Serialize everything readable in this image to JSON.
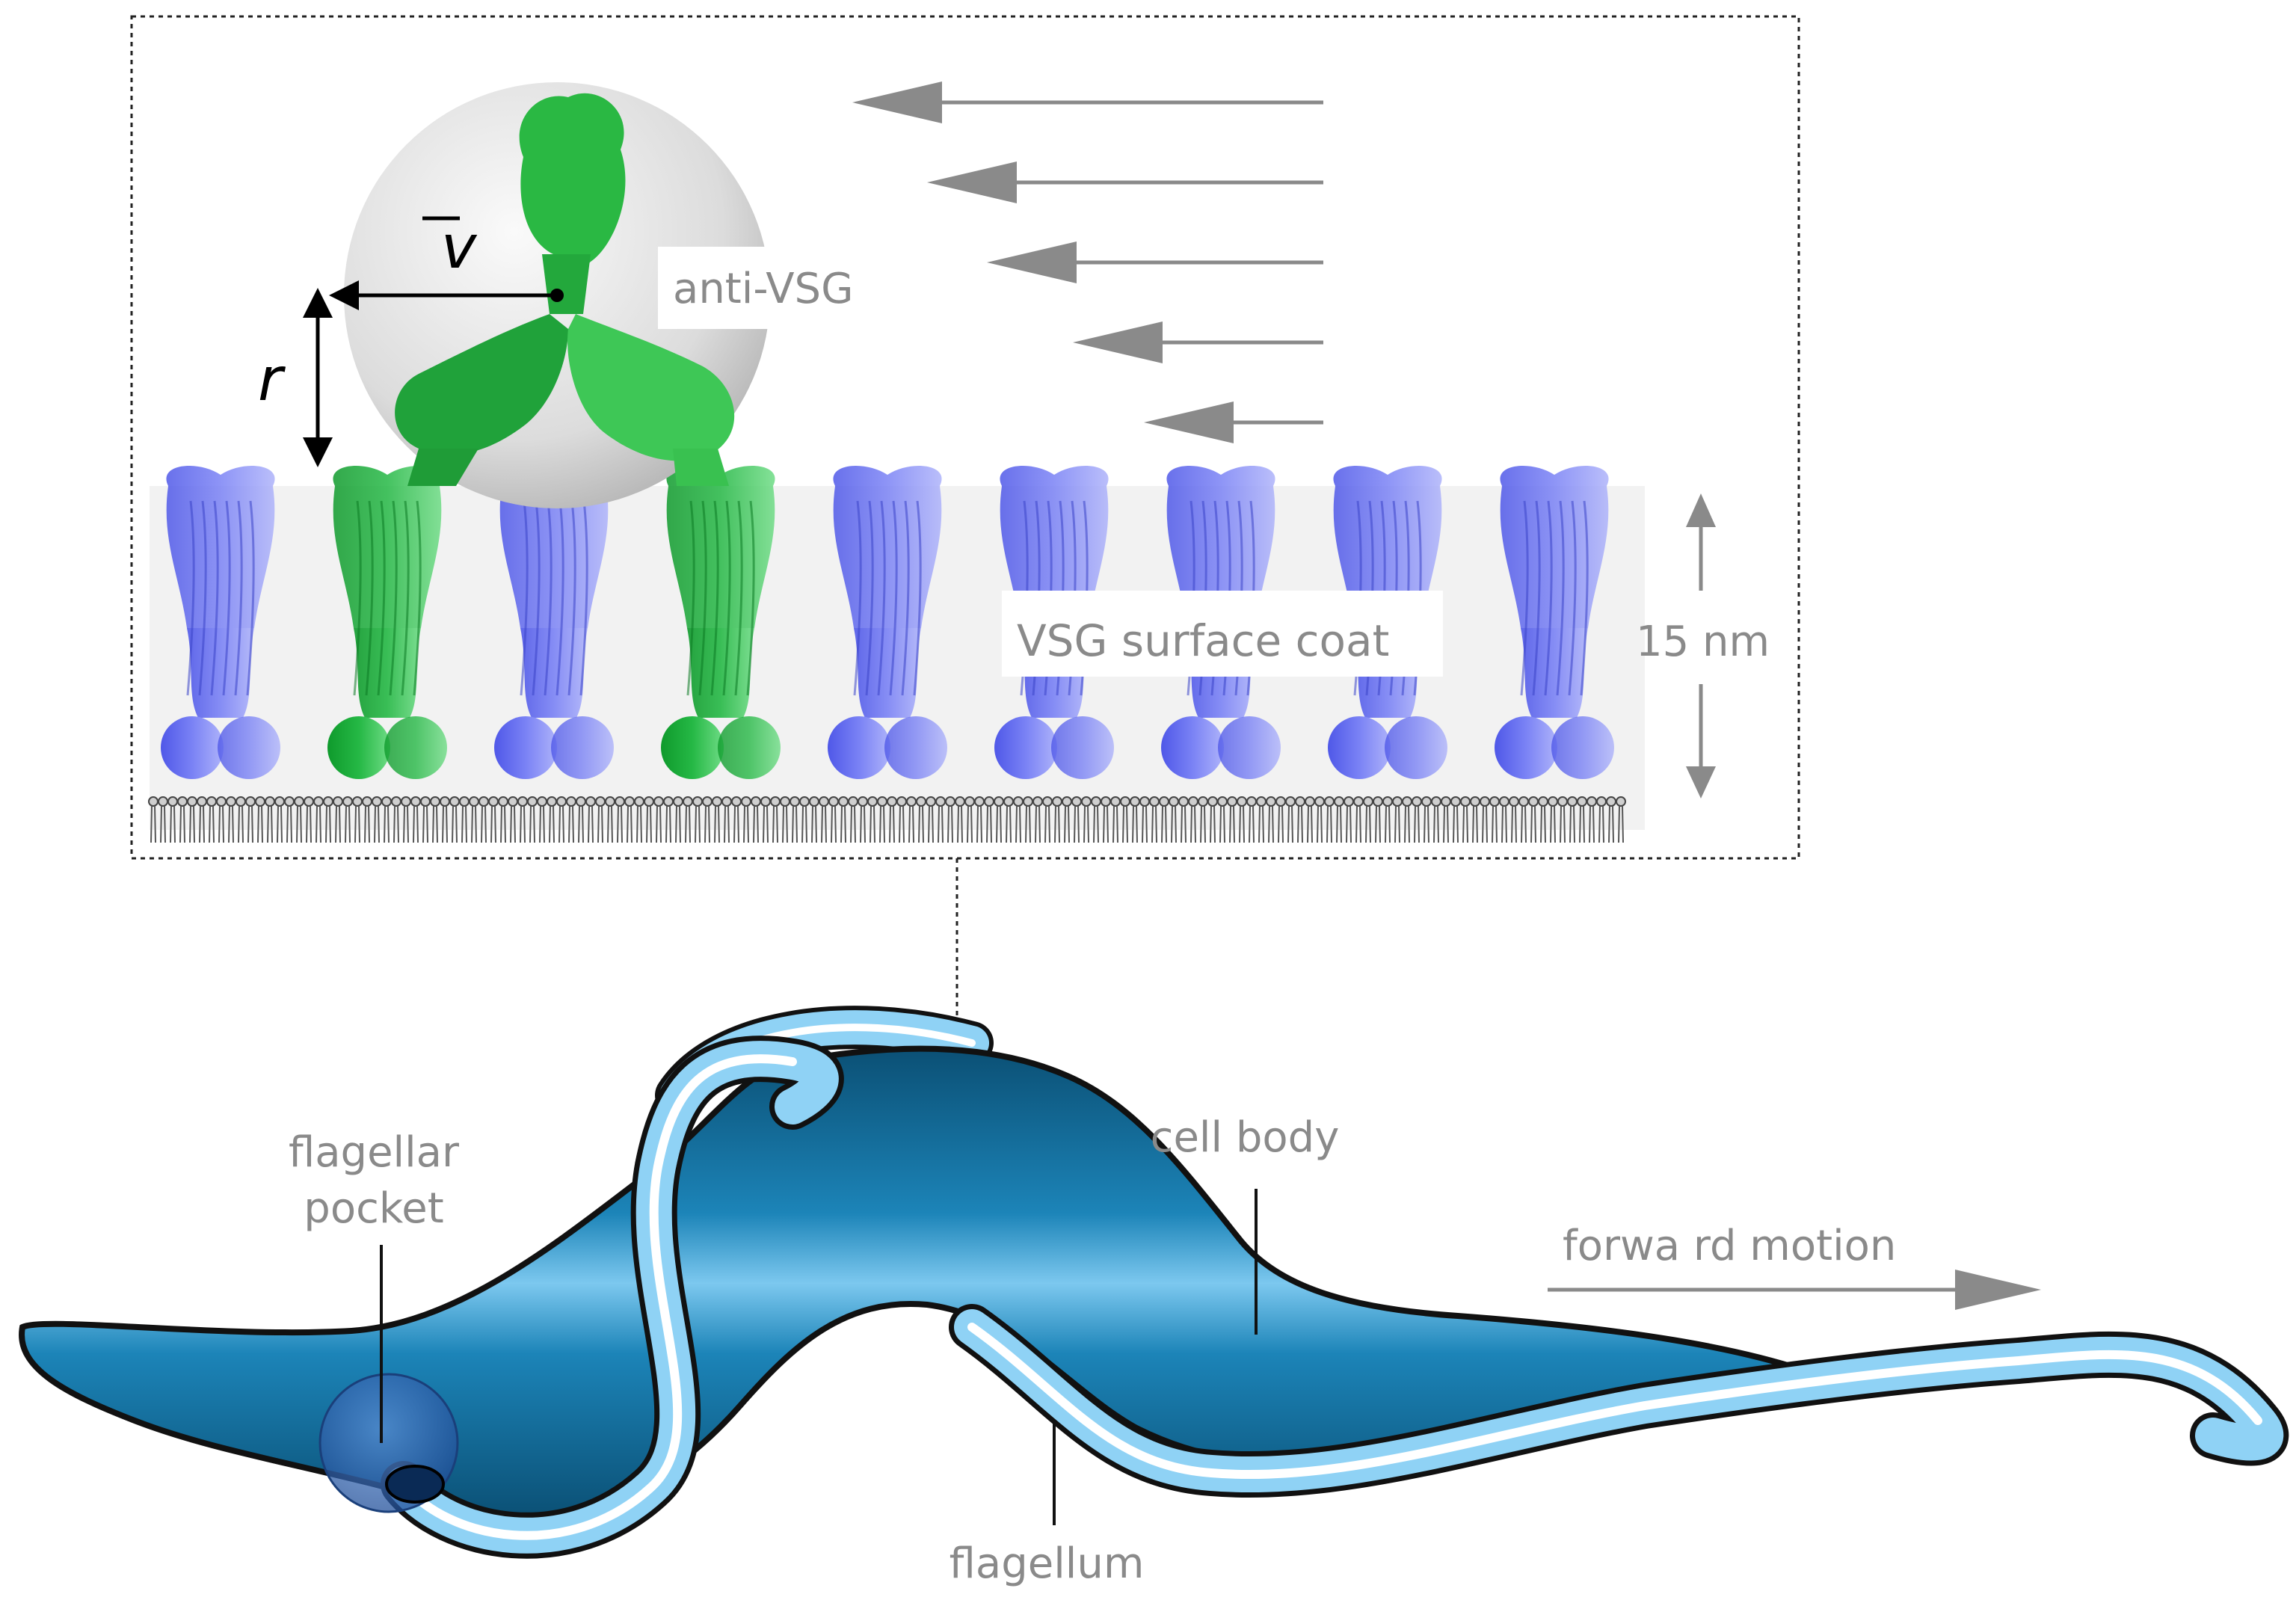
{
  "labels": {
    "anti_vsg": "anti-VSG",
    "vsg_surface_coat": "VSG surface coat",
    "thickness": "15 nm",
    "velocity_symbol": "v",
    "radius_symbol": "r",
    "flagellar_pocket_line1": "flagellar",
    "flagellar_pocket_line2": "pocket",
    "cell_body": "cell body",
    "forward_motion": "forwa rd motion",
    "flagellum": "flagellum"
  },
  "vsg_coat": {
    "total_dimers": 9,
    "antibody_bound_dimers": [
      2,
      4
    ],
    "colors": {
      "unbound": "#6b73f0",
      "bound": "#22b040",
      "antibody": "#2ecc40"
    }
  },
  "flow_arrows": {
    "count": 5,
    "color": "#8a8a8a"
  },
  "cell_colors": {
    "body_dark": "#0e5f8a",
    "body_mid": "#1f8fc4",
    "body_light": "#8fd2f5",
    "flagellum": "#bfe9ff",
    "pocket": "#3a6fb8"
  }
}
